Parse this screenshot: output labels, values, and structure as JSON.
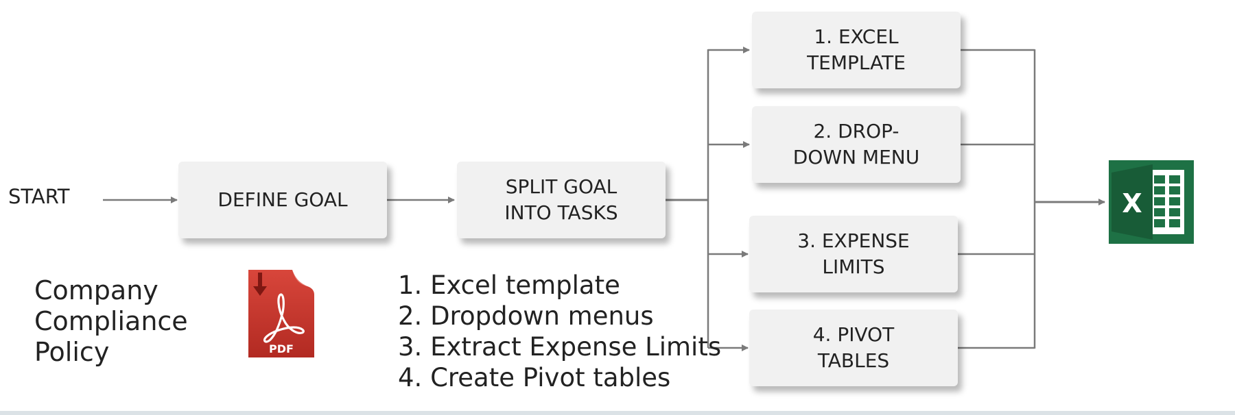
{
  "start_label": "START",
  "boxes": {
    "define_goal": "DEFINE GOAL",
    "split_goal": "SPLIT GOAL\nINTO TASKS",
    "task1": "1. EXCEL\nTEMPLATE",
    "task2": "2. DROP-\nDOWN MENU",
    "task3": "3. EXPENSE\nLIMITS",
    "task4": "4. PIVOT\nTABLES"
  },
  "policy_lines": [
    "Company",
    "Compliance",
    "Policy"
  ],
  "pdf_icon_label": "PDF",
  "excel_icon_label": "X",
  "tasks_list": [
    "1. Excel template",
    "2. Dropdown menus",
    "3. Extract Expense Limits",
    "4. Create Pivot tables"
  ],
  "colors": {
    "connector": "#7a7a7a",
    "box_fill": "#f1f1f1",
    "pdf_red": "#c8342a",
    "excel_green": "#1e7145",
    "footer": "#dbe2e6"
  },
  "icons": [
    "pdf-file-icon",
    "excel-logo-icon"
  ]
}
